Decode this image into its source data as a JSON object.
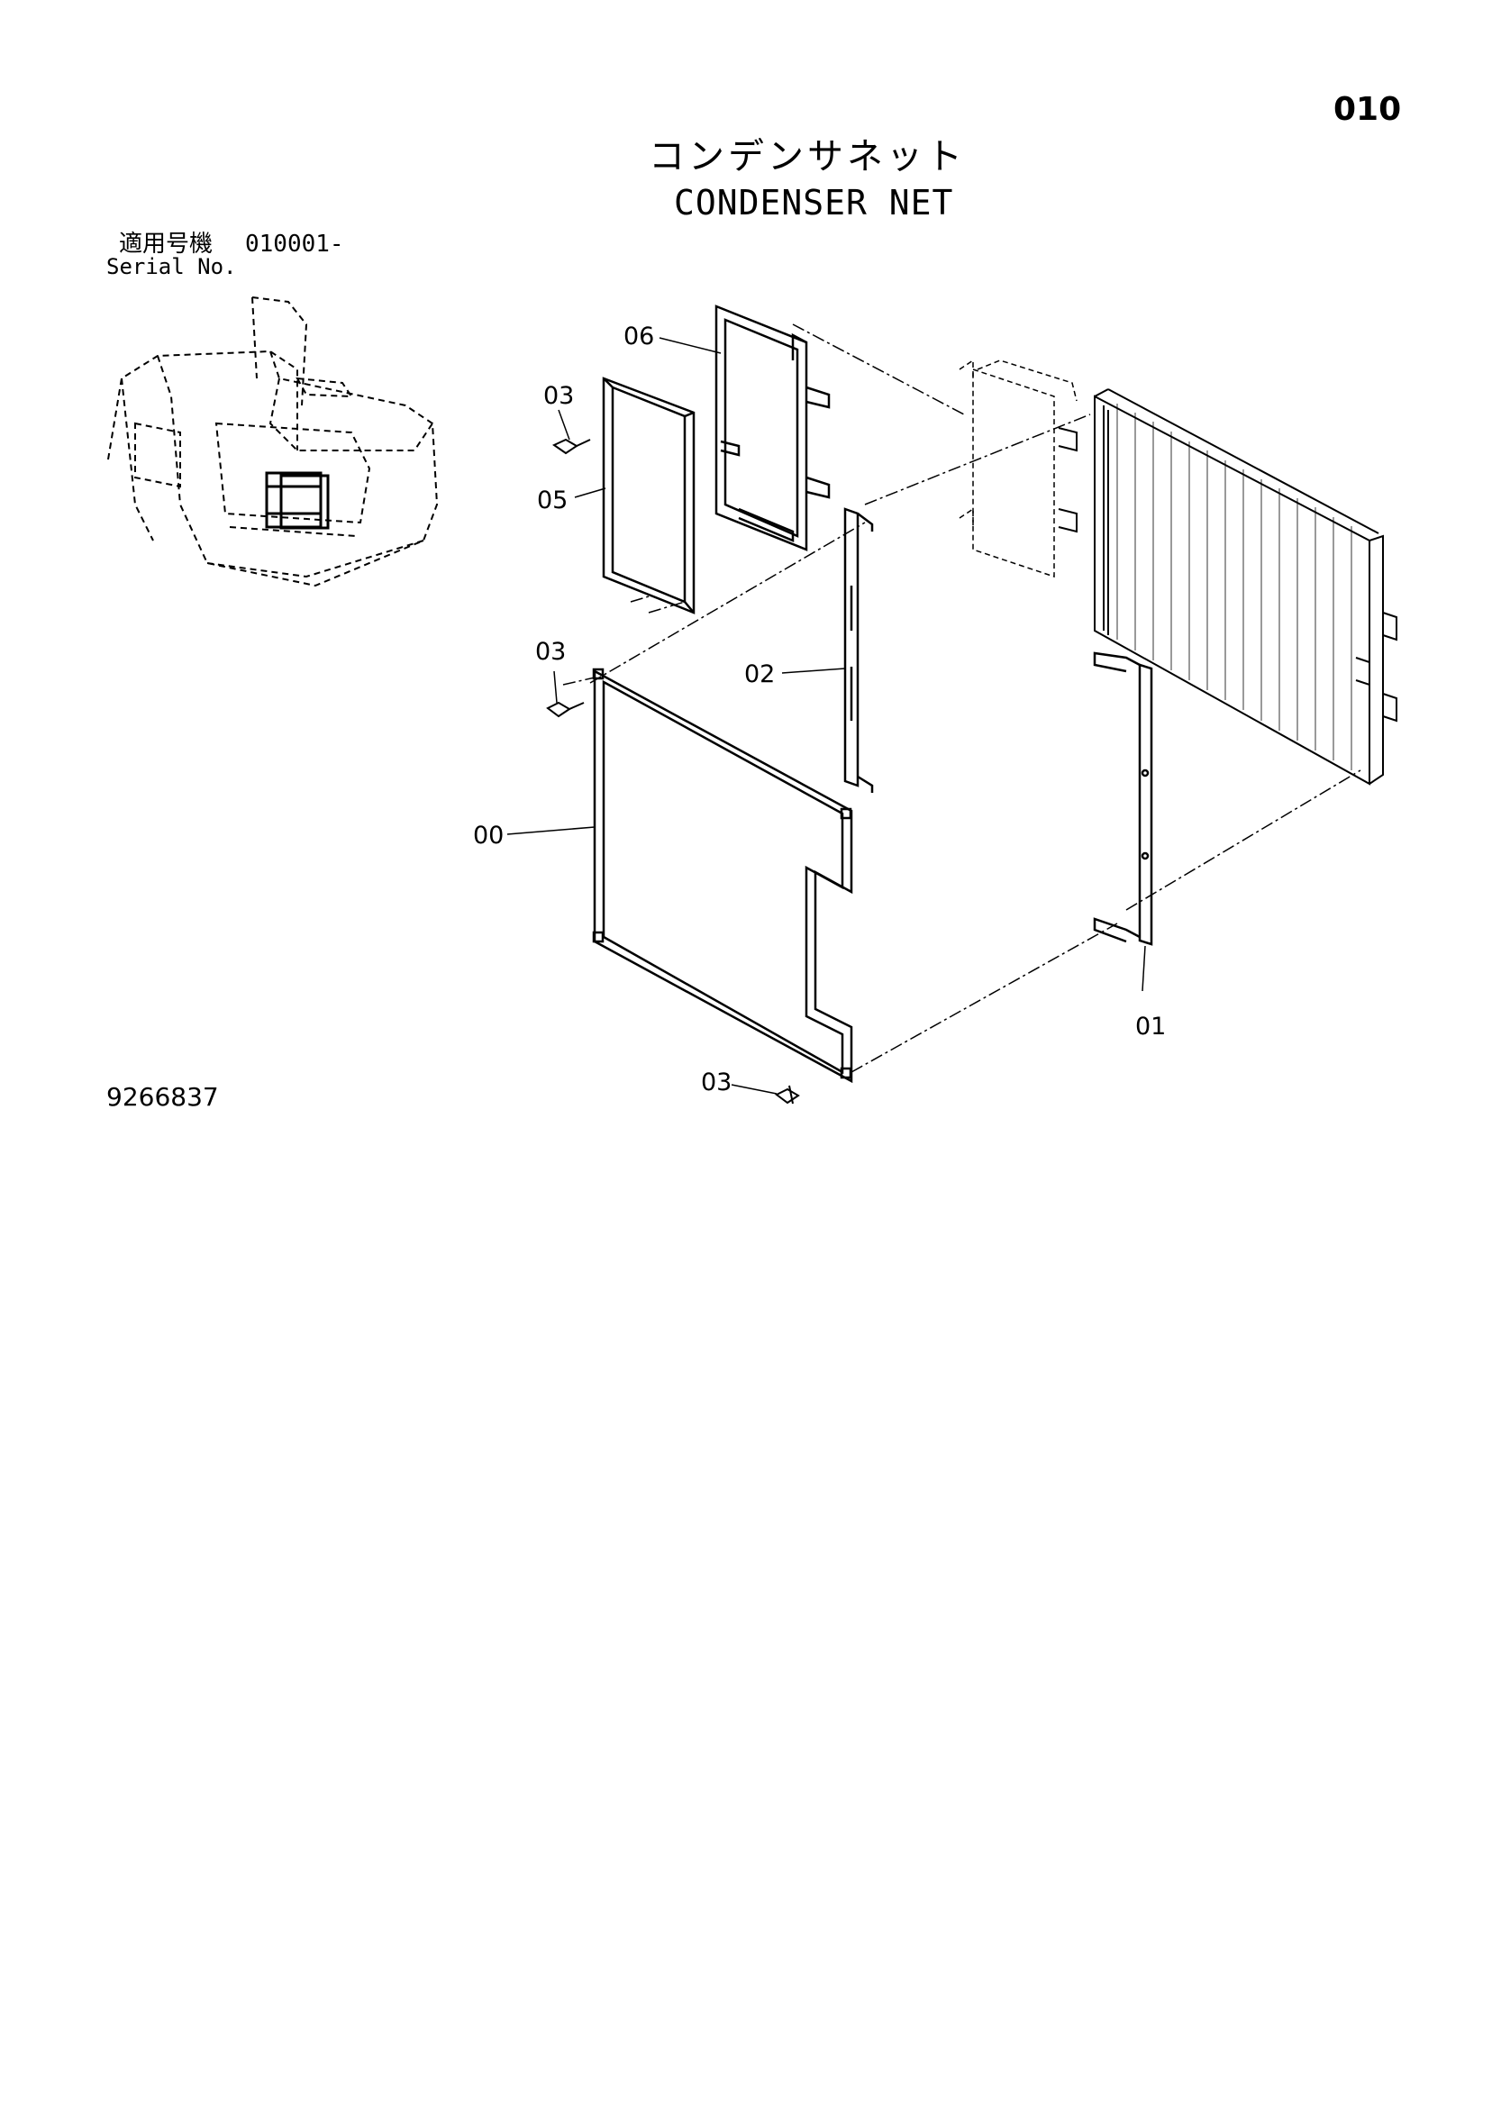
{
  "header": {
    "page_number": "010",
    "title_ja": "コンデンサネット",
    "title_en": "CONDENSER NET"
  },
  "serial": {
    "label_ja": "適用号機",
    "from": "010001-",
    "label_en": "Serial No."
  },
  "drawing_number": "9266837",
  "callouts": {
    "c06": "06",
    "c03_top": "03",
    "c05": "05",
    "c03_mid": "03",
    "c02": "02",
    "c00": "00",
    "c01": "01",
    "c03_bottom": "03"
  }
}
